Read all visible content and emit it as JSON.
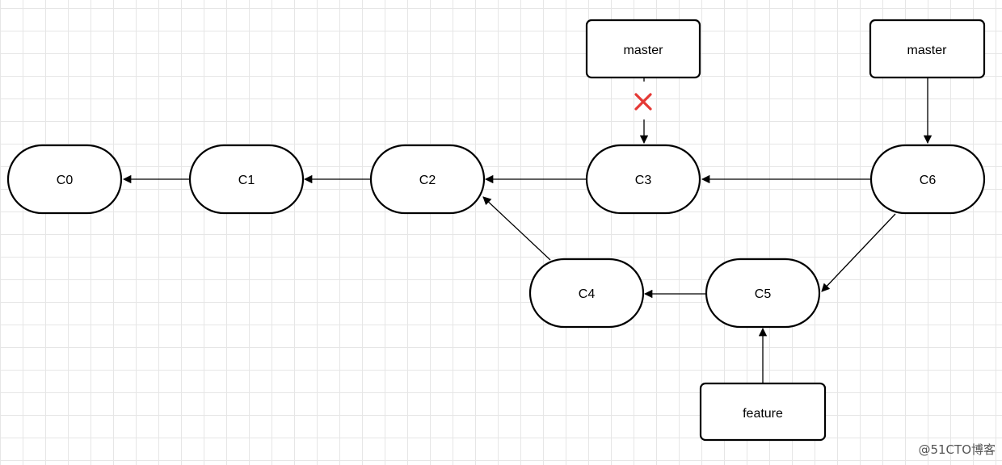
{
  "commits": [
    {
      "id": "c0",
      "label": "C0"
    },
    {
      "id": "c1",
      "label": "C1"
    },
    {
      "id": "c2",
      "label": "C2"
    },
    {
      "id": "c3",
      "label": "C3"
    },
    {
      "id": "c4",
      "label": "C4"
    },
    {
      "id": "c5",
      "label": "C5"
    },
    {
      "id": "c6",
      "label": "C6"
    }
  ],
  "branches": [
    {
      "id": "master-old",
      "label": "master",
      "points_to": "C3",
      "removed": true
    },
    {
      "id": "master-new",
      "label": "master",
      "points_to": "C6",
      "removed": false
    },
    {
      "id": "feature",
      "label": "feature",
      "points_to": "C5",
      "removed": false
    }
  ],
  "edges": [
    {
      "from": "C1",
      "to": "C0"
    },
    {
      "from": "C2",
      "to": "C1"
    },
    {
      "from": "C3",
      "to": "C2"
    },
    {
      "from": "C4",
      "to": "C2"
    },
    {
      "from": "C5",
      "to": "C4"
    },
    {
      "from": "C6",
      "to": "C3"
    },
    {
      "from": "C6",
      "to": "C5"
    }
  ],
  "colors": {
    "stroke": "#000000",
    "removed_mark": "#e53935",
    "grid": "#e6e6e6"
  },
  "removed_mark_icon": "cross-icon",
  "watermark": "@51CTO博客"
}
